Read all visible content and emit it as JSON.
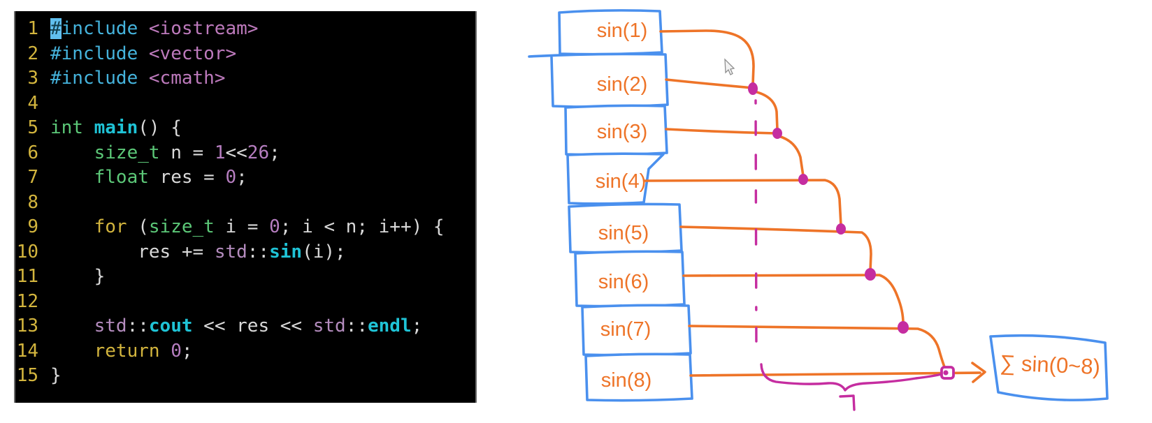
{
  "editor": {
    "colors": {
      "background": "#000000",
      "border": "#6a6a6a",
      "gutter": "#d3b53e",
      "preproc": "#45b3dc",
      "string": "#bd7abc",
      "type": "#5cc878",
      "func": "#1fc3d6",
      "keyword": "#d3b53e",
      "number": "#b67ec0",
      "module": "#b48cbe",
      "plain": "#d9d9d9",
      "cursor_bg": "#61bfee",
      "cursor_fg": "#123e4c"
    },
    "lines": [
      {
        "num": "1",
        "tokens": [
          {
            "c": "cur",
            "s": "#"
          },
          {
            "c": "pre",
            "s": "include"
          },
          {
            "c": "pln",
            "s": " "
          },
          {
            "c": "str",
            "s": "<iostream>"
          }
        ]
      },
      {
        "num": "2",
        "tokens": [
          {
            "c": "pre",
            "s": "#include"
          },
          {
            "c": "pln",
            "s": " "
          },
          {
            "c": "str",
            "s": "<vector>"
          }
        ]
      },
      {
        "num": "3",
        "tokens": [
          {
            "c": "pre",
            "s": "#include"
          },
          {
            "c": "pln",
            "s": " "
          },
          {
            "c": "str",
            "s": "<cmath>"
          }
        ]
      },
      {
        "num": "4",
        "tokens": []
      },
      {
        "num": "5",
        "tokens": [
          {
            "c": "typ",
            "s": "int"
          },
          {
            "c": "pln",
            "s": " "
          },
          {
            "c": "fn",
            "s": "main"
          },
          {
            "c": "pln",
            "s": "() {"
          }
        ]
      },
      {
        "num": "6",
        "tokens": [
          {
            "c": "pln",
            "s": "    "
          },
          {
            "c": "typ",
            "s": "size_t"
          },
          {
            "c": "pln",
            "s": " n = "
          },
          {
            "c": "num",
            "s": "1"
          },
          {
            "c": "pln",
            "s": "<<"
          },
          {
            "c": "num",
            "s": "26"
          },
          {
            "c": "pln",
            "s": ";"
          }
        ]
      },
      {
        "num": "7",
        "tokens": [
          {
            "c": "pln",
            "s": "    "
          },
          {
            "c": "typ",
            "s": "float"
          },
          {
            "c": "pln",
            "s": " res = "
          },
          {
            "c": "num",
            "s": "0"
          },
          {
            "c": "pln",
            "s": ";"
          }
        ]
      },
      {
        "num": "8",
        "tokens": []
      },
      {
        "num": "9",
        "tokens": [
          {
            "c": "pln",
            "s": "    "
          },
          {
            "c": "kw",
            "s": "for"
          },
          {
            "c": "pln",
            "s": " ("
          },
          {
            "c": "typ",
            "s": "size_t"
          },
          {
            "c": "pln",
            "s": " i = "
          },
          {
            "c": "num",
            "s": "0"
          },
          {
            "c": "pln",
            "s": "; i < n; i++) {"
          }
        ]
      },
      {
        "num": "10",
        "tokens": [
          {
            "c": "pln",
            "s": "        res += "
          },
          {
            "c": "mod",
            "s": "std"
          },
          {
            "c": "pln",
            "s": "::"
          },
          {
            "c": "fn",
            "s": "sin"
          },
          {
            "c": "pln",
            "s": "(i);"
          }
        ]
      },
      {
        "num": "11",
        "tokens": [
          {
            "c": "pln",
            "s": "    }"
          }
        ]
      },
      {
        "num": "12",
        "tokens": []
      },
      {
        "num": "13",
        "tokens": [
          {
            "c": "pln",
            "s": "    "
          },
          {
            "c": "mod",
            "s": "std"
          },
          {
            "c": "pln",
            "s": "::"
          },
          {
            "c": "fn",
            "s": "cout"
          },
          {
            "c": "pln",
            "s": " << res << "
          },
          {
            "c": "mod",
            "s": "std"
          },
          {
            "c": "pln",
            "s": "::"
          },
          {
            "c": "fn",
            "s": "endl"
          },
          {
            "c": "pln",
            "s": ";"
          }
        ]
      },
      {
        "num": "14",
        "tokens": [
          {
            "c": "pln",
            "s": "    "
          },
          {
            "c": "kw",
            "s": "return"
          },
          {
            "c": "pln",
            "s": " "
          },
          {
            "c": "num",
            "s": "0"
          },
          {
            "c": "pln",
            "s": ";"
          }
        ]
      },
      {
        "num": "15",
        "tokens": [
          {
            "c": "pln",
            "s": "}"
          }
        ]
      }
    ]
  },
  "diagram": {
    "colors": {
      "accent_blue": "#4a90ee",
      "accent_orange": "#ee7428",
      "accent_magenta": "#c52da0"
    },
    "boxes": [
      {
        "label": "sin(1)"
      },
      {
        "label": "sin(2)"
      },
      {
        "label": "sin(3)"
      },
      {
        "label": "sin(4)"
      },
      {
        "label": "sin(5)"
      },
      {
        "label": "sin(6)"
      },
      {
        "label": "sin(7)"
      },
      {
        "label": "sin(8)"
      }
    ],
    "sum_label": "∑ sin(0~8)"
  }
}
